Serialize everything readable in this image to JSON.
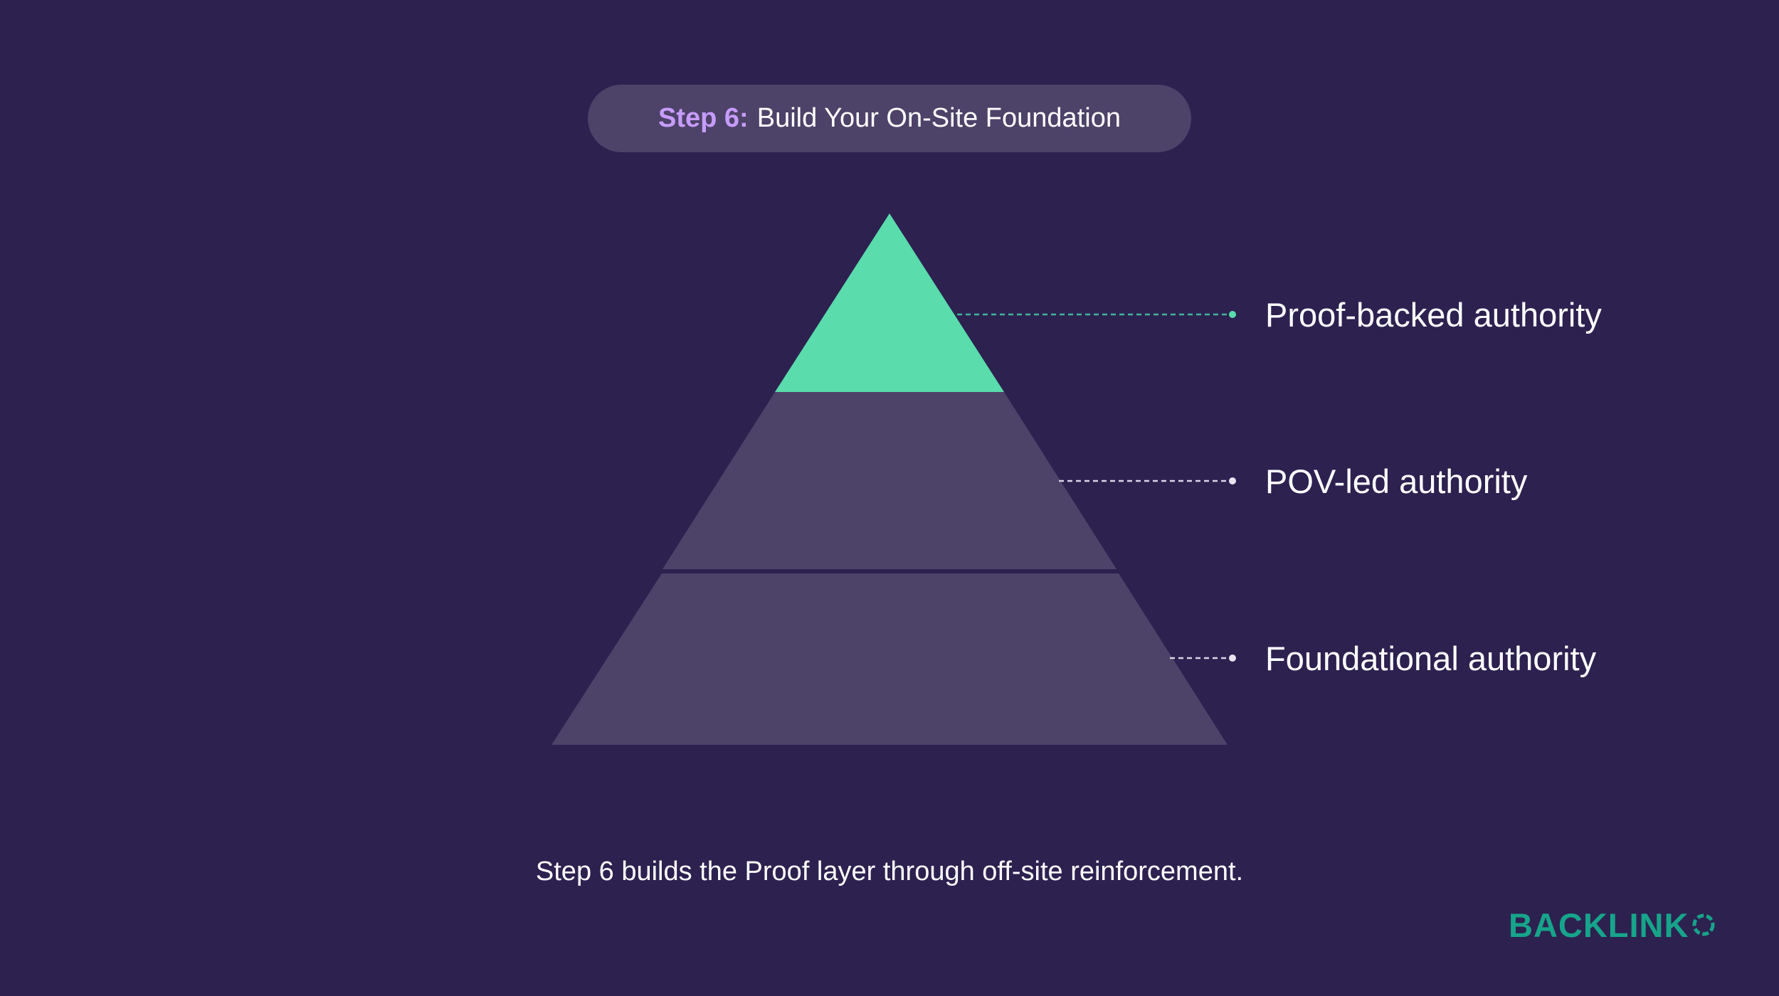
{
  "header": {
    "step_label": "Step 6:",
    "title": "Build Your On-Site Foundation"
  },
  "pyramid": {
    "layers": [
      {
        "label": "Proof-backed authority",
        "color": "#5adcad",
        "connector_color": "#3fb59a",
        "highlighted": true
      },
      {
        "label": "POV-led authority",
        "color": "#4d4268",
        "connector_color": "#d9d4e6",
        "highlighted": false
      },
      {
        "label": "Foundational authority",
        "color": "#4d4268",
        "connector_color": "#d9d4e6",
        "highlighted": false
      }
    ]
  },
  "caption": "Step 6 builds the Proof layer through off-site reinforcement.",
  "brand": {
    "logo_text": "BACKLINK",
    "color": "#16a58a"
  },
  "colors": {
    "background": "#2d2150",
    "pill": "#4d4268",
    "accent_purple": "#c79cff",
    "accent_green": "#5adcad"
  }
}
